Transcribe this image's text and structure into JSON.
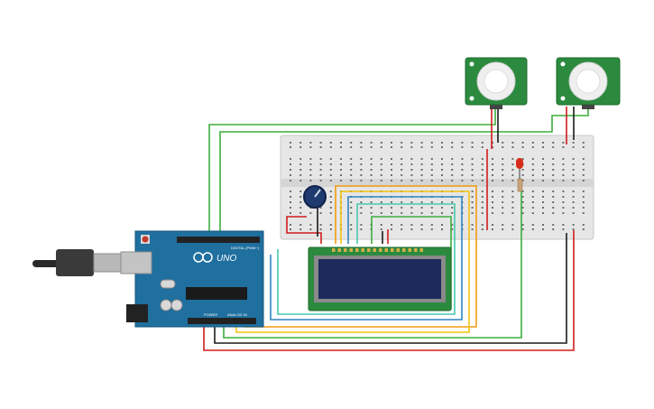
{
  "arduino": {
    "brand": "UNO",
    "header_digital": "DIGITAL (PWM~)",
    "header_power": "POWER",
    "header_analog": "ANALOG IN"
  },
  "pir_sensors": [
    {
      "id": "pir-left"
    },
    {
      "id": "pir-right"
    }
  ],
  "breadboard": {
    "rows": 30
  },
  "lcd": {
    "pins": 16
  },
  "led": {
    "color": "#d62c1a"
  },
  "colors": {
    "board_blue": "#1f6f9f",
    "wire_green": "#3cae3c",
    "wire_red": "#d11c1c",
    "wire_black": "#1a1a1a",
    "wire_orange": "#f39c12",
    "wire_yellow": "#f1c40f",
    "wire_blue": "#2e86c1",
    "wire_cyan": "#48c9b0",
    "pcb_green": "#2b8a3e",
    "lcd_screen": "#1d2a5c"
  }
}
